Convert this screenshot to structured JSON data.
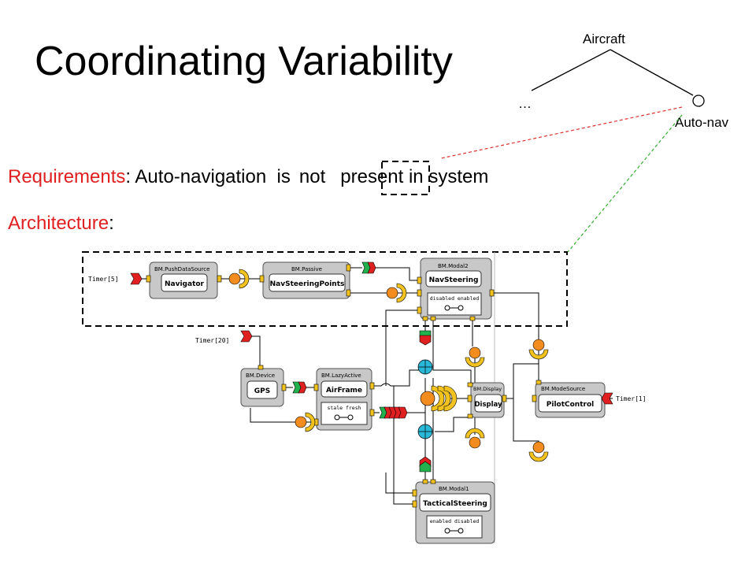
{
  "slide": {
    "title": "Coordinating Variability"
  },
  "feature_tree": {
    "root": "Aircraft",
    "ellipsis": "…",
    "optional_child": "Auto-nav"
  },
  "requirements": {
    "label": "Requirements",
    "colon": ":",
    "text_before": " Auto-navigation  is",
    "highlight": "not",
    "text_after": "present in system"
  },
  "architecture": {
    "label": "Architecture",
    "colon": ":"
  },
  "components": {
    "navigator": {
      "type": "BM.PushDataSource",
      "name": "Navigator"
    },
    "navsteeringpoints": {
      "type": "BM.Passive",
      "name": "NavSteeringPoints"
    },
    "navsteering": {
      "type": "BM.Modal2",
      "name": "NavSteering",
      "modes": "disabled enabled"
    },
    "gps": {
      "type": "BM.Device",
      "name": "GPS"
    },
    "airframe": {
      "type": "BM.LazyActive",
      "name": "AirFrame",
      "modes": "stale fresh"
    },
    "display": {
      "type": "BM.Display",
      "name": "Display"
    },
    "pilotcontrol": {
      "type": "BM.ModeSource",
      "name": "PilotControl"
    },
    "tacticalsteering": {
      "type": "BM.Modal1",
      "name": "TacticalSteering",
      "modes": "enabled disabled"
    }
  },
  "timers": {
    "t5": "Timer[5]",
    "t20": "Timer[20]",
    "t1": "Timer[1]"
  },
  "colors": {
    "red_text": "#e02020",
    "red_dashed": "#e03030",
    "green_dashed": "#30b030",
    "component_fill": "#c8c8c8",
    "port_orange": "#f28c1e",
    "port_yellow": "#f2c31e",
    "port_green": "#22b14c",
    "port_red": "#e02020",
    "port_cyan": "#2ab8d8"
  }
}
